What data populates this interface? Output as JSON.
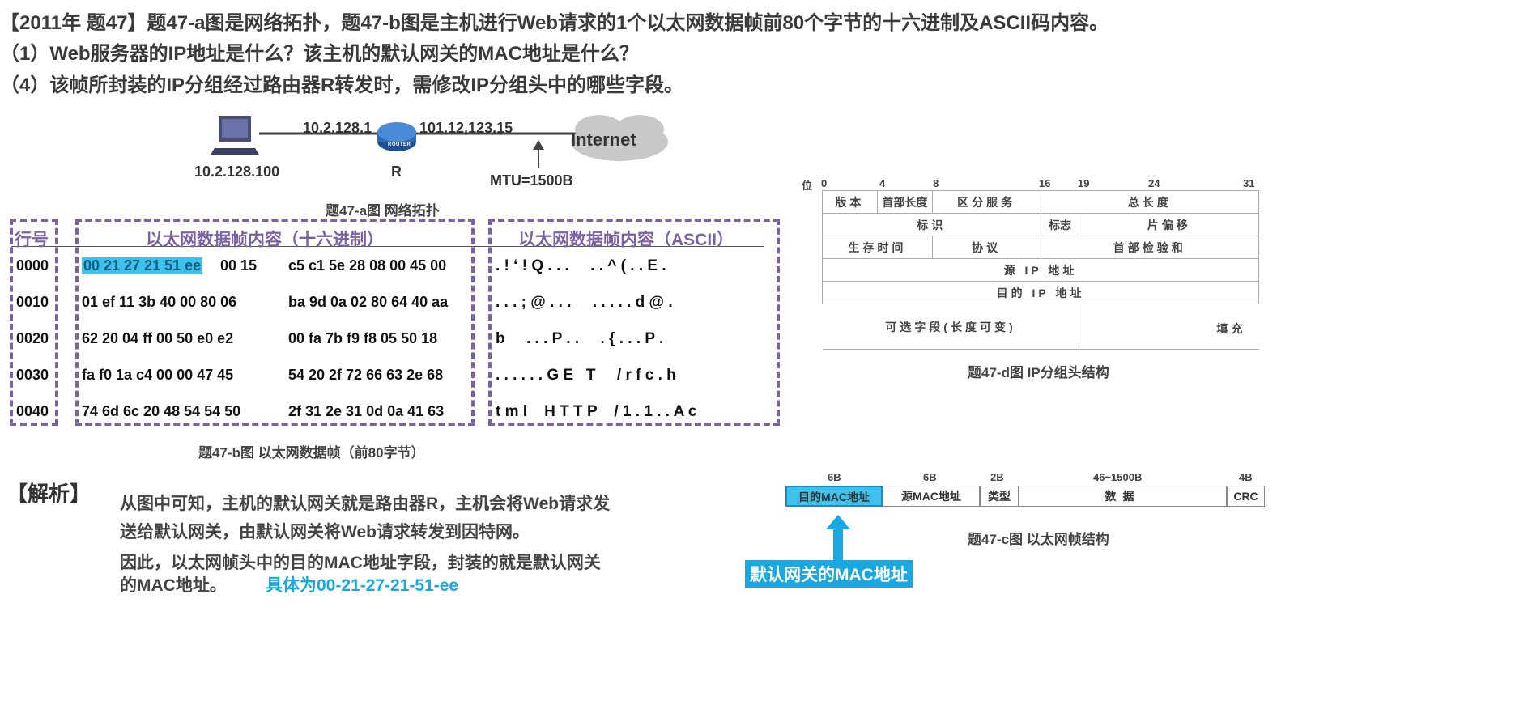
{
  "question": {
    "line1": "【2011年 题47】题47-a图是网络拓扑，题47-b图是主机进行Web请求的1个以太网数据帧前80个字节的十六进制及ASCII码内容。",
    "line2": "（1）Web服务器的IP地址是什么？该主机的默认网关的MAC地址是什么？",
    "line3": "（4）该帧所封装的IP分组经过路由器R转发时，需修改IP分组头中的哪些字段。"
  },
  "topology": {
    "host_ip": "10.2.128.100",
    "router_left_ip": "10.2.128.1",
    "router_right_ip": "101.12.123.15",
    "router_label": "R",
    "router_icon_text": "ROUTER",
    "internet": "Internet",
    "mtu": "MTU=1500B",
    "caption": "题47-a图 网络拓扑"
  },
  "frame": {
    "row_header": "行号",
    "hex_header": "以太网数据帧内容（十六进制）",
    "ascii_header": "以太网数据帧内容（ASCII）",
    "caption": "题47-b图 以太网数据帧（前80字节）",
    "rows": [
      {
        "num": "0000",
        "hex_hl": "00 21 27 21 51 ee",
        "hex_a": "00 15",
        "hex_b": "c5 c1 5e 28 08 00 45 00",
        "ascii": ". ! ‘ ! Q . . .     . . ^ ( . . E ."
      },
      {
        "num": "0010",
        "hex_hl": "",
        "hex_a": "01 ef 11 3b 40 00 80 06",
        "hex_b": "ba 9d 0a 02 80 64 40 aa",
        "ascii": ". . . ; @ . . .     . . . . . d @ ."
      },
      {
        "num": "0020",
        "hex_hl": "",
        "hex_a": "62 20 04 ff 00 50 e0 e2",
        "hex_b": "00 fa 7b f9 f8 05 50 18",
        "ascii": "b     . . . P . .     . { . . . P ."
      },
      {
        "num": "0030",
        "hex_hl": "",
        "hex_a": "fa f0 1a c4 00 00 47 45",
        "hex_b": "54 20 2f 72 66 63 2e 68",
        "ascii": ". . . . . . G E   T     / r f c . h"
      },
      {
        "num": "0040",
        "hex_hl": "",
        "hex_a": "74 6d 6c 20 48 54 54 50",
        "hex_b": "2f 31 2e 31 0d 0a 41 63",
        "ascii": "t m l    H T T P    / 1 . 1 . . A c"
      }
    ]
  },
  "ip_header": {
    "bit_label": "位",
    "bits": [
      "0",
      "4",
      "8",
      "16",
      "19",
      "24",
      "31"
    ],
    "version": "版本",
    "ihl": "首部长度",
    "ds": "区分服务",
    "total_length": "总长度",
    "identification": "标识",
    "flags": "标志",
    "fragment_offset": "片偏移",
    "ttl": "生存时间",
    "protocol": "协议",
    "checksum": "首部检验和",
    "src": "源 IP 地址",
    "dst": "目的 IP 地址",
    "options": "可选字段(长度可变)",
    "padding": "填充",
    "caption": "题47-d图 IP分组头结构"
  },
  "eth_frame": {
    "sizes": [
      "6B",
      "6B",
      "2B",
      "46~1500B",
      "4B"
    ],
    "fields": [
      "目的MAC地址",
      "源MAC地址",
      "类型",
      "数据",
      "CRC"
    ],
    "caption": "题47-c图 以太网帧结构",
    "callout": "默认网关的MAC地址",
    "highlight_color": "#3fc1ec"
  },
  "analysis": {
    "label": "【解析】",
    "p1a": "从图中可知，主机的默认网关就是路由器R，主机会将Web请求发",
    "p1b": "送给默认网关，由默认网关将Web请求转发到因特网。",
    "p2a": "因此，以太网帧头中的目的MAC地址字段，封装的就是默认网关",
    "p2b": "的MAC地址。",
    "p2c": "具体为00-21-27-21-51-ee"
  }
}
